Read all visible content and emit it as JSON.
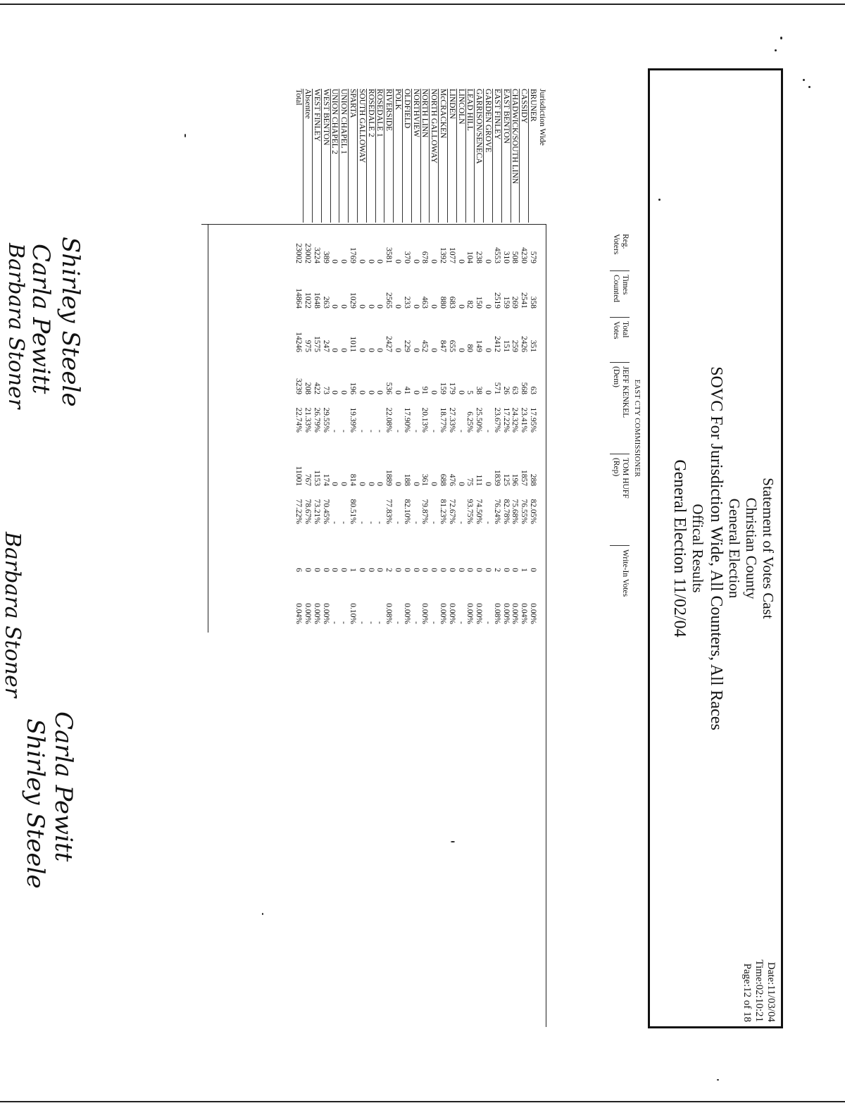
{
  "header": {
    "line1": "Statement of Votes Cast",
    "line2": "Christian County",
    "line3": "General Election",
    "line4": "SOVC For Jurisdiction Wide, All Counters, All Races",
    "line5": "Offical Results",
    "line6": "General Election 11/02/04",
    "date": "Date:11/03/04",
    "time": "Time:02:10:21",
    "page": "Page:12 of 18"
  },
  "race_title": "EAST CTY COMMISSIONER",
  "columns": {
    "jurisdiction": "Jurisdiction Wide",
    "reg_voters": [
      "Reg.",
      "Voters"
    ],
    "times_counted": [
      "Times",
      "Counted"
    ],
    "total_votes": [
      "Total",
      "Votes"
    ],
    "kenkel": [
      "JEFF KENKEL",
      "(Dem)"
    ],
    "huff": [
      "TOM HUFF",
      "(Rep)"
    ],
    "writein": [
      "Write-In Votes"
    ]
  },
  "rows": [
    {
      "name": "BRUNER",
      "reg": "579",
      "times": "358",
      "total": "351",
      "k": "63",
      "kp": "17.95%",
      "h": "288",
      "hp": "82.05%",
      "w": "0",
      "wp": "0.00%"
    },
    {
      "name": "CASSIDY",
      "reg": "4230",
      "times": "2541",
      "total": "2426",
      "k": "568",
      "kp": "23.41%",
      "h": "1857",
      "hp": "76.55%",
      "w": "1",
      "wp": "0.04%"
    },
    {
      "name": "CHADWICK/SOUTH LINN",
      "reg": "508",
      "times": "269",
      "total": "259",
      "k": "63",
      "kp": "24.32%",
      "h": "196",
      "hp": "75.68%",
      "w": "0",
      "wp": "0.00%"
    },
    {
      "name": "EAST BENTON",
      "reg": "310",
      "times": "159",
      "total": "151",
      "k": "26",
      "kp": "17.22%",
      "h": "125",
      "hp": "82.78%",
      "w": "0",
      "wp": "0.00%"
    },
    {
      "name": "EAST FINLEY",
      "reg": "4553",
      "times": "2519",
      "total": "2412",
      "k": "571",
      "kp": "23.67%",
      "h": "1839",
      "hp": "76.24%",
      "w": "2",
      "wp": "0.08%"
    },
    {
      "name": "GARDEN GROVE",
      "reg": "0",
      "times": "0",
      "total": "0",
      "k": "0",
      "kp": "-",
      "h": "0",
      "hp": "-",
      "w": "0",
      "wp": "-"
    },
    {
      "name": "GARRISON/SENECA",
      "reg": "238",
      "times": "150",
      "total": "149",
      "k": "38",
      "kp": "25.50%",
      "h": "111",
      "hp": "74.50%",
      "w": "0",
      "wp": "0.00%"
    },
    {
      "name": "LEAD HILL",
      "reg": "104",
      "times": "82",
      "total": "80",
      "k": "5",
      "kp": "6.25%",
      "h": "75",
      "hp": "93.75%",
      "w": "0",
      "wp": "0.00%"
    },
    {
      "name": "LINCOLN",
      "reg": "0",
      "times": "0",
      "total": "0",
      "k": "0",
      "kp": "-",
      "h": "0",
      "hp": "-",
      "w": "0",
      "wp": "-"
    },
    {
      "name": "LINDEN",
      "reg": "1077",
      "times": "683",
      "total": "655",
      "k": "179",
      "kp": "27.33%",
      "h": "476",
      "hp": "72.67%",
      "w": "0",
      "wp": "0.00%"
    },
    {
      "name": "McCRACKEN",
      "reg": "1392",
      "times": "880",
      "total": "847",
      "k": "159",
      "kp": "18.77%",
      "h": "688",
      "hp": "81.23%",
      "w": "0",
      "wp": "0.00%"
    },
    {
      "name": "NORTH GALLOWAY",
      "reg": "0",
      "times": "0",
      "total": "0",
      "k": "0",
      "kp": "-",
      "h": "0",
      "hp": "-",
      "w": "0",
      "wp": "-"
    },
    {
      "name": "NORTH LINN",
      "reg": "678",
      "times": "463",
      "total": "452",
      "k": "91",
      "kp": "20.13%",
      "h": "361",
      "hp": "79.87%",
      "w": "0",
      "wp": "0.00%"
    },
    {
      "name": "NORTHVIEW",
      "reg": "0",
      "times": "0",
      "total": "0",
      "k": "0",
      "kp": "-",
      "h": "0",
      "hp": "-",
      "w": "0",
      "wp": "-"
    },
    {
      "name": "OLDFIELD",
      "reg": "370",
      "times": "233",
      "total": "229",
      "k": "41",
      "kp": "17.90%",
      "h": "188",
      "hp": "82.10%",
      "w": "0",
      "wp": "0.00%"
    },
    {
      "name": "POLK",
      "reg": "0",
      "times": "0",
      "total": "0",
      "k": "0",
      "kp": "-",
      "h": "0",
      "hp": "-",
      "w": "0",
      "wp": "-"
    },
    {
      "name": "RIVERSIDE",
      "reg": "3581",
      "times": "2565",
      "total": "2427",
      "k": "536",
      "kp": "22.08%",
      "h": "1889",
      "hp": "77.83%",
      "w": "2",
      "wp": "0.08%"
    },
    {
      "name": "ROSEDALE 1",
      "reg": "0",
      "times": "0",
      "total": "0",
      "k": "0",
      "kp": "-",
      "h": "0",
      "hp": "-",
      "w": "0",
      "wp": "-"
    },
    {
      "name": "ROSEDALE 2",
      "reg": "0",
      "times": "0",
      "total": "0",
      "k": "0",
      "kp": "-",
      "h": "0",
      "hp": "-",
      "w": "0",
      "wp": "-"
    },
    {
      "name": "SOUTH GALLOWAY",
      "reg": "0",
      "times": "0",
      "total": "0",
      "k": "0",
      "kp": "-",
      "h": "0",
      "hp": "-",
      "w": "0",
      "wp": "-"
    },
    {
      "name": "SPARTA",
      "reg": "1769",
      "times": "1029",
      "total": "1011",
      "k": "196",
      "kp": "19.39%",
      "h": "814",
      "hp": "80.51%",
      "w": "1",
      "wp": "0.10%"
    },
    {
      "name": "UNION CHAPEL 1",
      "reg": "0",
      "times": "0",
      "total": "0",
      "k": "0",
      "kp": "-",
      "h": "0",
      "hp": "-",
      "w": "0",
      "wp": "-"
    },
    {
      "name": "UNION CHAPEL 2",
      "reg": "0",
      "times": "0",
      "total": "0",
      "k": "0",
      "kp": "-",
      "h": "0",
      "hp": "-",
      "w": "0",
      "wp": "-"
    },
    {
      "name": "WEST BENTON",
      "reg": "389",
      "times": "263",
      "total": "247",
      "k": "73",
      "kp": "29.55%",
      "h": "174",
      "hp": "70.45%",
      "w": "0",
      "wp": "0.00%"
    },
    {
      "name": "WEST FINLEY",
      "reg": "3224",
      "times": "1648",
      "total": "1575",
      "k": "422",
      "kp": "26.79%",
      "h": "1153",
      "hp": "73.21%",
      "w": "0",
      "wp": "0.00%"
    },
    {
      "name": "Absentee",
      "reg": "23002",
      "times": "1022",
      "total": "975",
      "k": "208",
      "kp": "21.33%",
      "h": "767",
      "hp": "78.67%",
      "w": "0",
      "wp": "0.00%"
    },
    {
      "name": "Total",
      "reg": "23002",
      "times": "14864",
      "total": "14246",
      "k": "3239",
      "kp": "22.74%",
      "h": "11001",
      "hp": "77.22%",
      "w": "6",
      "wp": "0.04%"
    }
  ],
  "signatures": [
    "Carla Pewitt",
    "Barbara Stoner",
    "Shirley Steele"
  ]
}
